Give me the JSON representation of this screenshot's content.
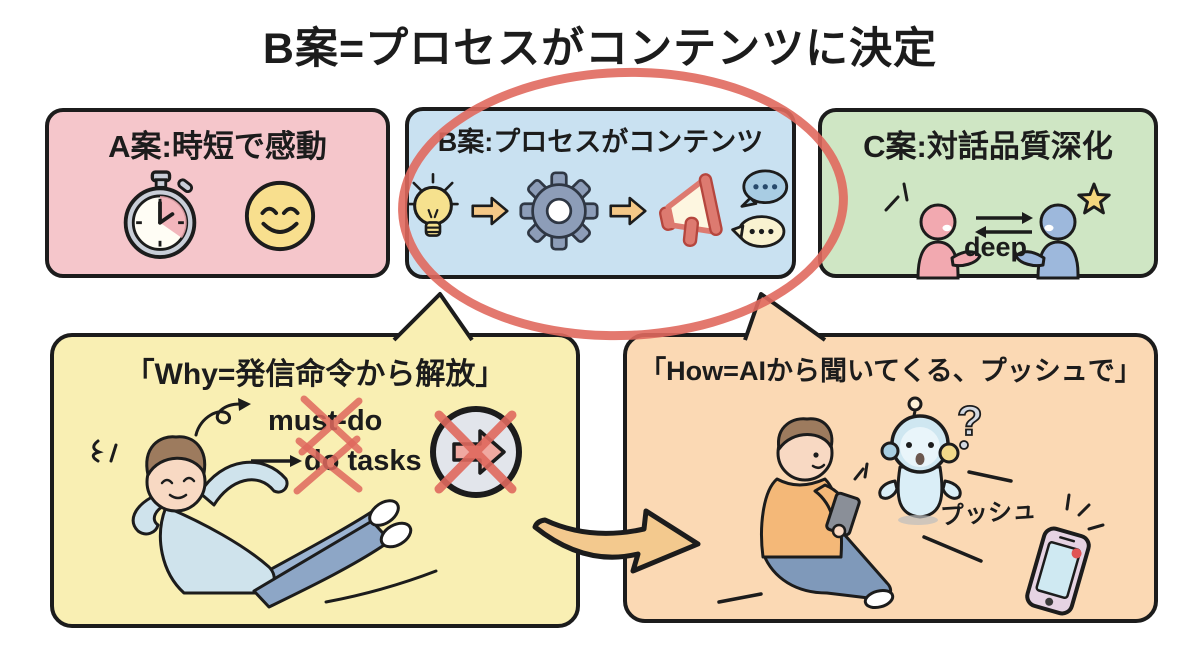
{
  "title": "B案=プロセスがコンテンツに決定",
  "plan_a": {
    "label": "A案:時短で感動"
  },
  "plan_b": {
    "label": "B案:プロセスがコンテンツ"
  },
  "plan_c": {
    "label": "C案:対話品質深化",
    "caption": "deep"
  },
  "why_box": {
    "title": "「Why=発信命令から解放」",
    "crossed_item_1": "must-do",
    "crossed_item_2": "do tasks"
  },
  "how_box": {
    "title": "「How=AIから聞いてくる、プッシュで」",
    "push_label": "プッシュ",
    "question_mark": "?"
  },
  "colors": {
    "background": "#ffffff",
    "outline": "#1c1c1c",
    "plan_a_bg": "#f5c6cb",
    "plan_b_bg": "#c9e1f1",
    "plan_c_bg": "#cfe6c4",
    "why_bg": "#f9efb3",
    "how_bg": "#fbd9b4",
    "highlight_red": "#e0695e",
    "arrow_tan": "#f3c98e"
  },
  "icons": [
    "stopwatch-icon",
    "smiley-icon",
    "lightbulb-icon",
    "flow-arrow-icon",
    "gear-icon",
    "megaphone-icon",
    "speech-bubbles-icon",
    "talking-person-pink-icon",
    "swap-arrows-icon",
    "talking-person-blue-icon",
    "star-icon",
    "emphasis-lines-icon",
    "relaxing-person-illustration",
    "no-posting-icon",
    "sitting-person-illustration",
    "robot-icon",
    "smartphone-icon",
    "swoosh-arrow-icon",
    "highlight-ellipse"
  ]
}
